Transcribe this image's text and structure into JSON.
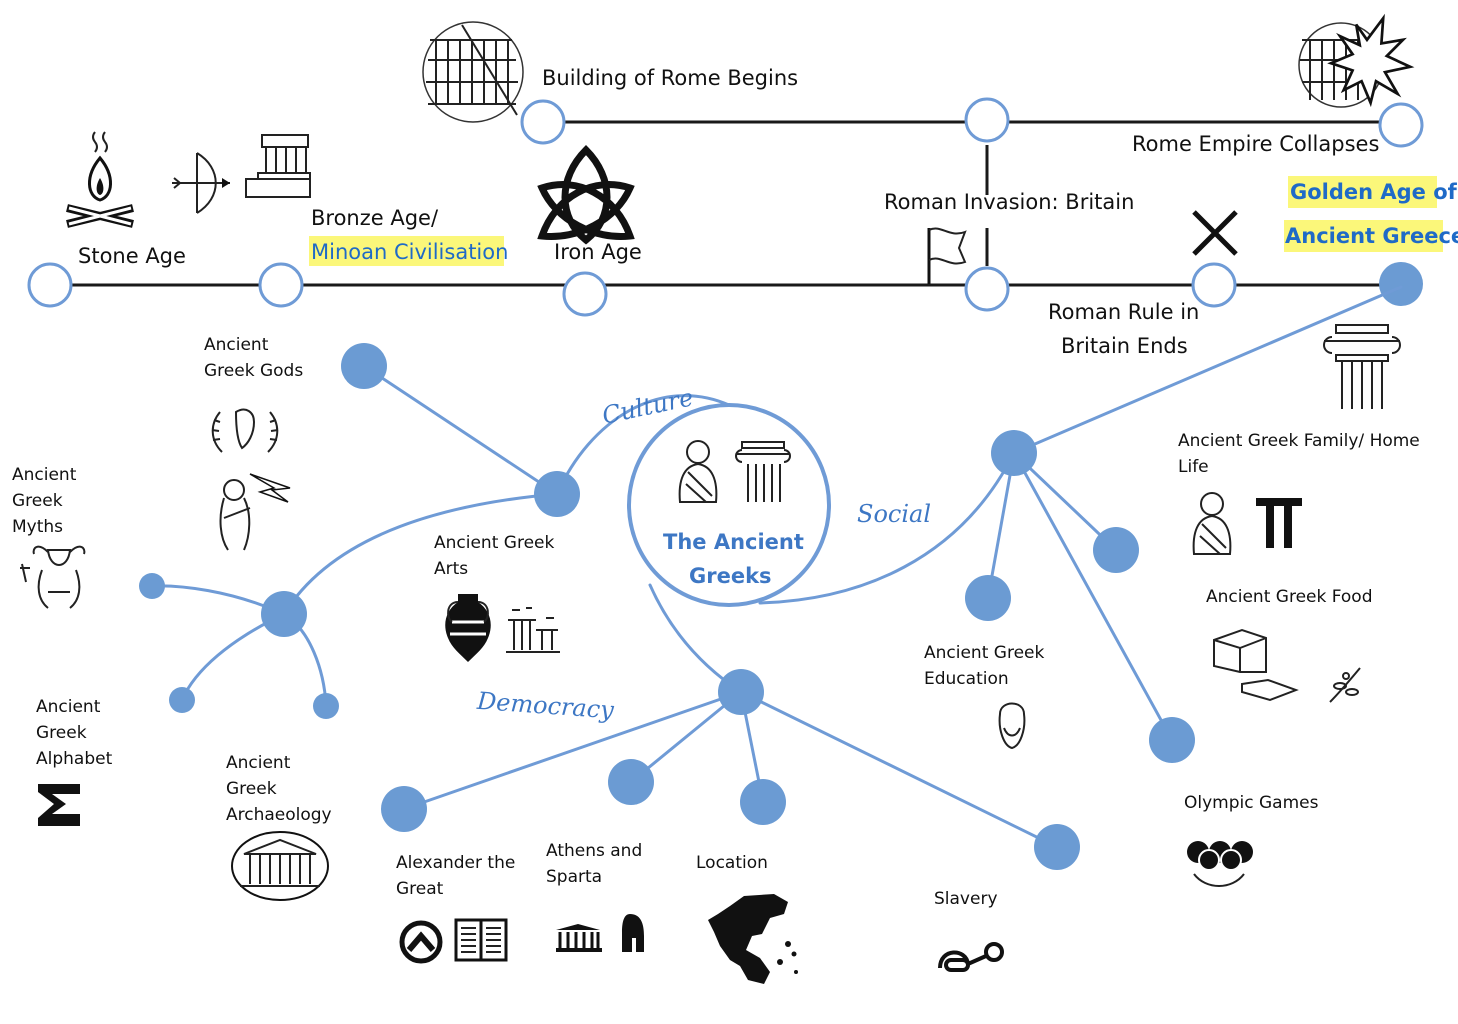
{
  "diagram": {
    "center": {
      "line1": "The Ancient",
      "line2": "Greeks"
    },
    "branch_labels": {
      "culture": "Culture",
      "social": "Social",
      "democracy": "Democracy"
    },
    "timeline": {
      "stone_age": "Stone Age",
      "bronze_age": "Bronze Age/",
      "minoan": "Minoan Civilisation",
      "iron_age": "Iron Age",
      "building_rome": "Building of Rome Begins",
      "roman_invasion": "Roman Invasion: Britain",
      "rome_collapses": "Rome Empire Collapses",
      "roman_rule_1": "Roman Rule in",
      "roman_rule_2": "Britain Ends",
      "golden_1": "Golden Age of",
      "golden_2": "Ancient Greece"
    },
    "topics": {
      "gods": [
        "Ancient",
        "Greek Gods"
      ],
      "myths": [
        "Ancient",
        "Greek",
        "Myths"
      ],
      "arts": [
        "Ancient Greek",
        "Arts"
      ],
      "alphabet": [
        "Ancient",
        "Greek",
        "Alphabet"
      ],
      "archaeology": [
        "Ancient",
        "Greek",
        "Archaeology"
      ],
      "alexander": [
        "Alexander the",
        "Great"
      ],
      "athens": [
        "Athens and",
        "Sparta"
      ],
      "location": [
        "Location"
      ],
      "slavery": [
        "Slavery"
      ],
      "education": [
        "Ancient Greek",
        "Education"
      ],
      "family": [
        "Ancient Greek Family/ Home",
        "Life"
      ],
      "food": [
        "Ancient Greek Food"
      ],
      "olympics": [
        "Olympic Games"
      ]
    },
    "icons": [
      "campfire-icon",
      "bow-arrow-icon",
      "temple-icon",
      "colosseum-icon",
      "triquetra-icon",
      "flag-icon",
      "cross-icon",
      "ionic-column-icon",
      "laurel-head-icon",
      "zeus-icon",
      "minotaur-icon",
      "amphora-icon",
      "ruins-icon",
      "sigma-icon",
      "parthenon-icon",
      "shield-icon",
      "book-icon",
      "spartan-helmet-icon",
      "greece-map-icon",
      "shackles-icon",
      "philosopher-head-icon",
      "cheese-icon",
      "olive-icon",
      "olympic-rings-icon",
      "toga-figure-icon"
    ],
    "colors": {
      "accent": "#6b9bd3",
      "highlight": "#fbf77a",
      "label_blue": "#1f6ac7",
      "line": "#1a1a1a"
    }
  }
}
